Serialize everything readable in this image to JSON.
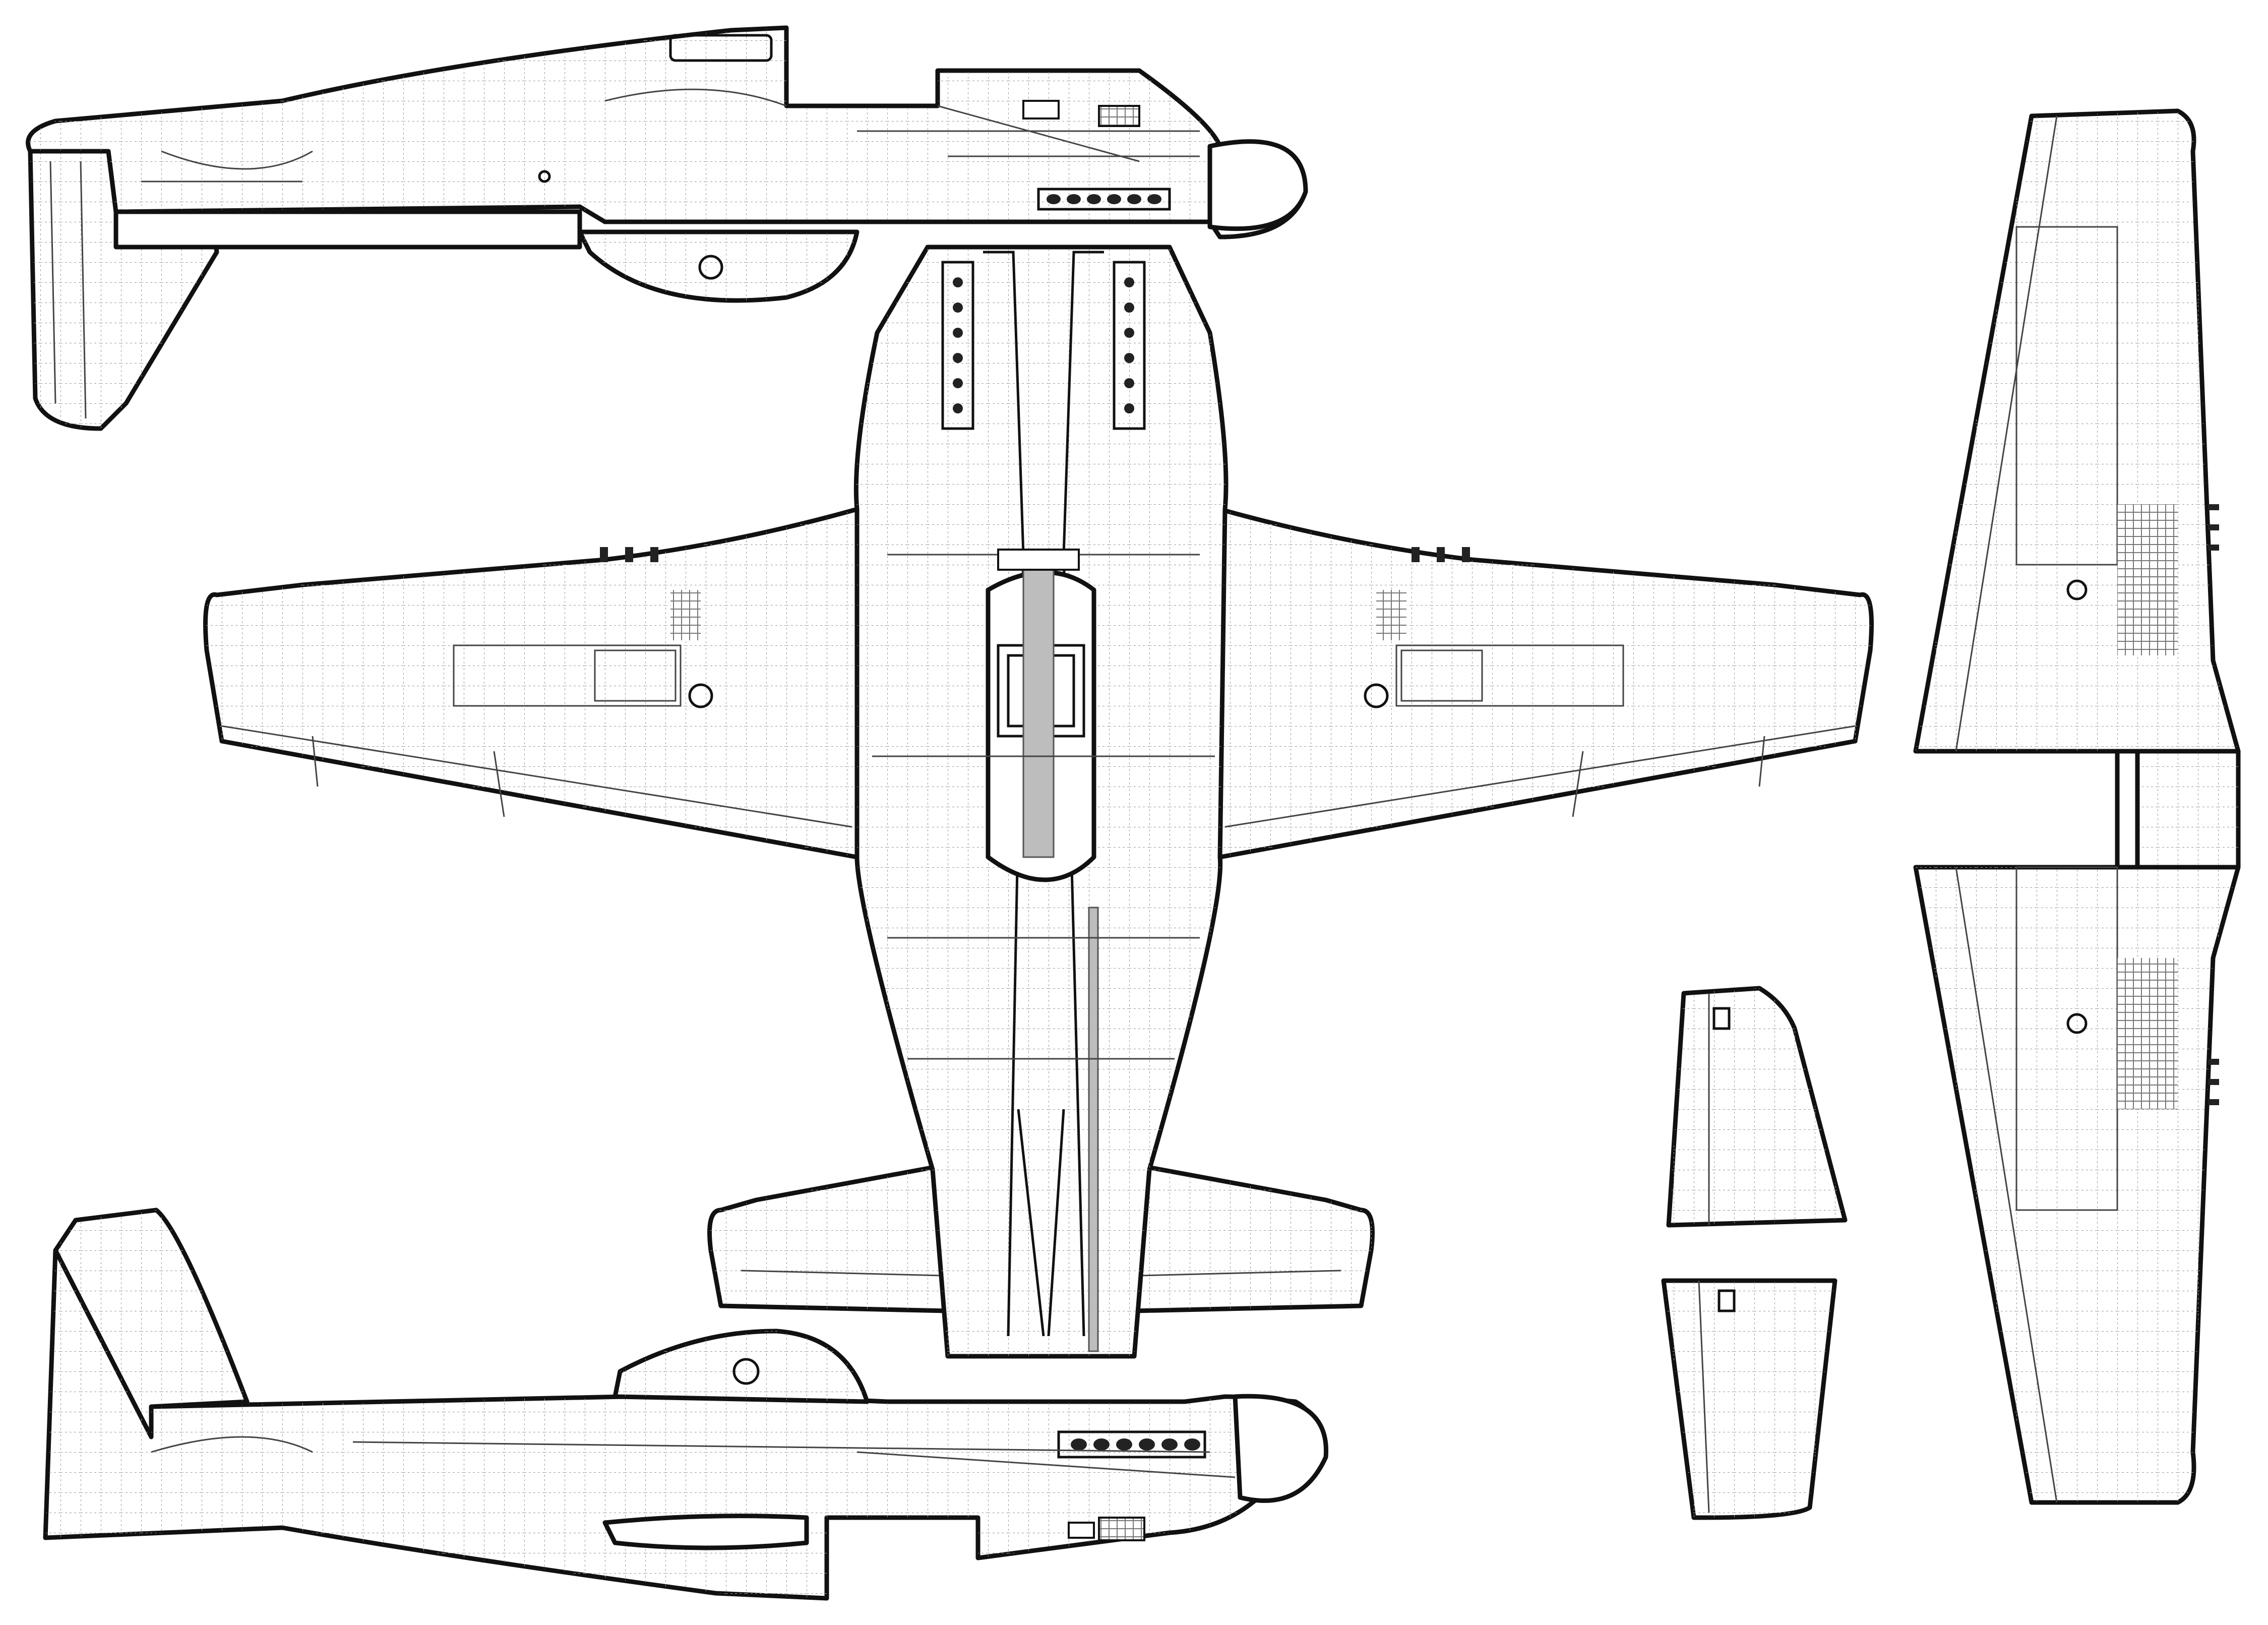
{
  "drawing": {
    "views": [
      "side-view-top",
      "plan-view",
      "side-view-bottom",
      "fin-view",
      "wing-view"
    ]
  },
  "colors": {
    "background": "#ffffff",
    "line": "#111111",
    "panel_line": "#444444",
    "fill_grey": "#bdbdbd"
  }
}
